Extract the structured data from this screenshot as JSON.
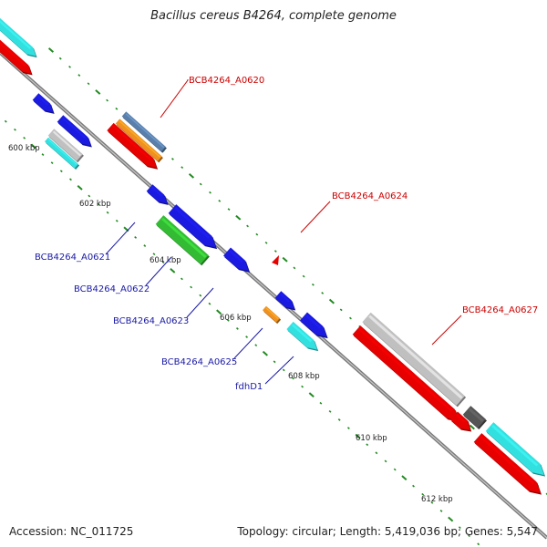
{
  "title": "Bacillus cereus B4264, complete genome",
  "accession": "Accession: NC_011725",
  "summary": "Topology: circular; Length: 5,419,036 bp; Genes: 5,547",
  "kbp_ticks": [
    "600 kbp",
    "602 kbp",
    "604 kbp",
    "606 kbp",
    "608 kbp",
    "610 kbp",
    "612 kbp"
  ],
  "gene_labels": [
    "BCB4264_A0620",
    "BCB4264_A0621",
    "BCB4264_A0622",
    "BCB4264_A0623",
    "BCB4264_A0624",
    "BCB4264_A0625",
    "fdhD1",
    "BCB4264_A0627"
  ],
  "colors": {
    "forward_label": "#cc0000",
    "reverse_label": "#1a1aa6",
    "backbone": "#808080",
    "cds_red": "#e60000",
    "cds_blue": "#1a1ae0",
    "cds_cyan": "#33e0e0",
    "cds_green": "#33bb33",
    "cds_orange": "#f09020",
    "cds_steel": "#5a7faa",
    "cds_gray": "#c0c0c0",
    "cds_darkgray": "#555555",
    "tick": "#228b22"
  }
}
